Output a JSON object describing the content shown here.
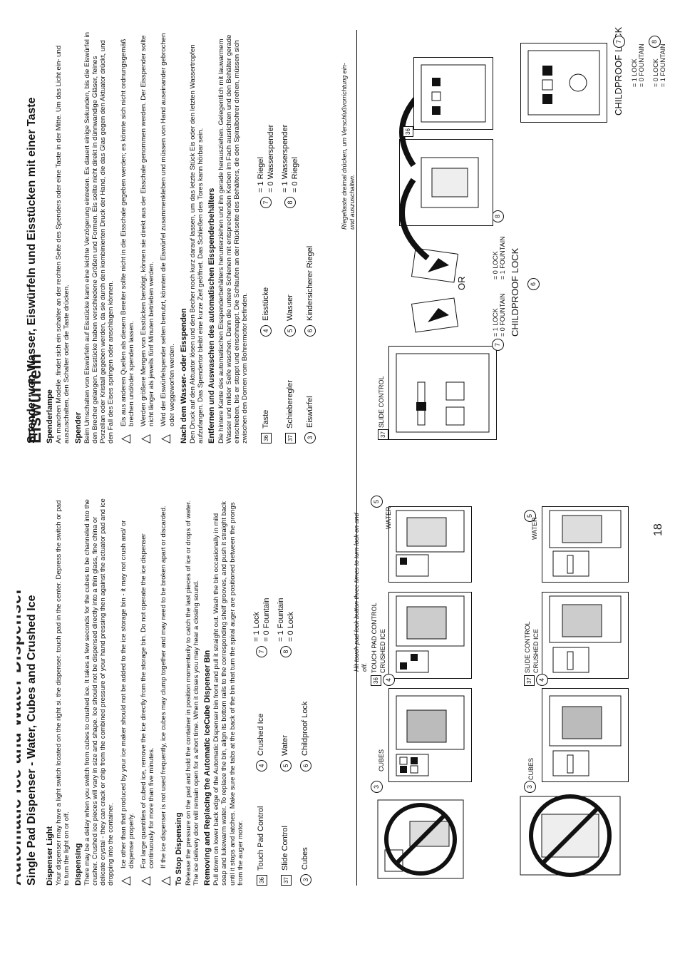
{
  "en": {
    "heading_partial": "Automatic Ice and Water Dispenser",
    "title": "Single Pad Dispenser - Water, Cubes and Crushed Ice",
    "light_h": "Dispenser Light",
    "light_p": "Your dispenser may have a light switch located on the right si.    the dispenser.    touch pad in the center. Depress the switch or pad to turn the light on or off.",
    "disp_h": "Dispensing",
    "disp_p": "There may be a delay when you switch from cubes to crushed ice. It takes a few seconds for the cubes to be channeled into the crusher. Crushed ice pieces will vary in size and shape. Ice should not be dispensed directly into a thin glass, fine china or delicate crystal - they can crack or chip from the combined pressure of your hand pressing then against the actuator pad and ice dropping into the container.",
    "warn1": "Ice other than that produced by your ice maker should not be added to the ice storage bin - it may not crush and/ or dispense properly.",
    "warn2": "For large quantities of cubed ice, remove the ice directly from the storage bin. Do not operate the ice dispenser continuously for more than five minutes.",
    "warn3": "If the ice dispenser is not used frequently, ice cubes may clump together and may need to be broken apart or discarded.",
    "stop_h": "To Stop Dispensing",
    "stop_p": "Release the pressure on the pad and hold the container in position momentarily to catch the last pieces of ice or drops of water. The ice delivery door will remain open for a short time. When it closes you may hear a closing sound.",
    "bin_h": "Removing and Replacing the Automatic IceCube Dispenser Bin",
    "bin_p": "Pull down on lower back edge of the Automatic Dispenser bin front and pull it straight out. Wash the bin occasionally in mild soap and lukewarm water. To replace the bin, align its bottom rails to the corresponding shelf grooves, and push it straight back until it stops and latches. Make sure the tabs at the back of the bin that turn the spiral auger are positioned between the prongs from the auger motor.",
    "legend": {
      "n36": "36",
      "t36": "Touch Pad Control",
      "n37": "37",
      "t37": "Slide Control",
      "n3": "3",
      "t3": "Cubes",
      "n4": "4",
      "t4": "Crushed Ice",
      "n5": "5",
      "t5": "Water",
      "n6": "6",
      "t6": "Childproof Lock",
      "n7": "7",
      "t7a": "= 1 Lock",
      "t7b": "= 0 Fountain",
      "n8": "8",
      "t8a": "= 1 Fountain",
      "t8b": "= 0 Lock"
    },
    "note": "Hit touch pad lock button three times to turn lock on and off."
  },
  "de": {
    "heading_partial": "Automatischer Spender von Wasser und Eiswürfeln",
    "title": "Spender von Wasser, Eiswürfeln und Eisstücken mit einer Taste",
    "light_h": "Spenderlampe",
    "light_p": "An manchen Modelle    .findet sich ein    schalter an der rechten Seite des Spenders oder eine Taste in der Mitte. Um das Licht ein- und auszuschalten, den Schalter oder die Taste drücken.",
    "disp_h": "Spender",
    "disp_p": "Beim Umschalten von Eiswürfeln auf Eisstücke kann eine leichte Verzögerung eintreten. Es dauert einige Sekunden, bis die Eiswürfel in den Brecher gelangen. Eisstücke haben verschiedene Größen und Formen. Eis sollte nicht direkt in dünnwandige Gläser, feines Porzellan oder Kristall gegeben werden, da sie durch den kombinierten Druck der Hand, die das Glas gegen den Aktuator drückt, und den Fall des Eises springen oder anschlagen können.",
    "warn1": "Eis aus anderen Quellen als diesem Bereiter sollte nicht in die Eisschale gegeben werden; es könnte sich nicht ordnungsgemäß brechen und/oder spenden lassen.",
    "warn2": "Werden größere Mengen von Eisstücken benötigt, können sie direkt aus der Eisschale genommen werden. Der Eisspender sollte nicht länger als jeweils fünf Minuten betrieben werden.",
    "warn3": "Wird der Eiswürfelspender selten benutzt, könnten die Eiswürfel zusammenkleben und müssen von Hand auseinander gebrochen oder weggeworfen werden.",
    "stop_h": "Nach dem Wasser- oder Eisspenden",
    "stop_p": "Den Druck auf den Aktuator lösen und den Becher noch kurz darauf lassen, um das letzte Stück Eis oder den letzten Wassertropfen aufzufangen. Das Spendertor bleibt eine kurze Zeit geöffnet. Das Schließen des Tores kann hörbar sein.",
    "bin_h": "Entfernen und Auswaschen des automatischen Eisspenderbehälters",
    "bin_p": "Die hintere Kante des automatischen Eisspenderbehälters herunterziehen und ihn gerade herausziehen. Gelegentlich mit lauwarmem Wasser und milder Seife waschen. Dann die untere Schienen mit entsprechenden Kerben im Fach ausrichten und den Behälter gerade einschieben, bis er stoppt und einschnappt. Die Schlaufen an der Rückseite des Behälters, die den Spiralbohrer drehen, müssen sich zwischen den Dornen vom Bohrermotor befinden.",
    "legend": {
      "n36": "36",
      "t36": "Taste",
      "n37": "37",
      "t37": "Schieberegler",
      "n3": "3",
      "t3": "Eiswürfel",
      "n4": "4",
      "t4": "Eisstücke",
      "n5": "5",
      "t5": "Wasser",
      "n6": "6",
      "t6": "Kindersicherer Riegel",
      "n7": "7",
      "t7a": "= 1 Riegel",
      "t7b": "= 0 Wasserspender",
      "n8": "8",
      "t8a": "= 1 Wasserspender",
      "t8b": "= 0 Riegel"
    },
    "note": "Riegeltaste dreimal drücken, um Verschlußvorrichtung ein- und auszuschalten."
  },
  "figures": {
    "cubes": "CUBES",
    "touch_pad_control": "TOUCH PAD CONTROL",
    "crushed_ice": "CRUSHED ICE",
    "slide_control": "SLIDE CONTROL",
    "water": "WATER",
    "childproof_lock": "CHILDPROOF LOCK",
    "lock1": "= 1 LOCK",
    "fountain0": "= 0 FOUNTAIN",
    "lock0": "= 0 LOCK",
    "fountain1": "= 1 FOUNTAIN",
    "or": "OR"
  },
  "page_number": "18"
}
